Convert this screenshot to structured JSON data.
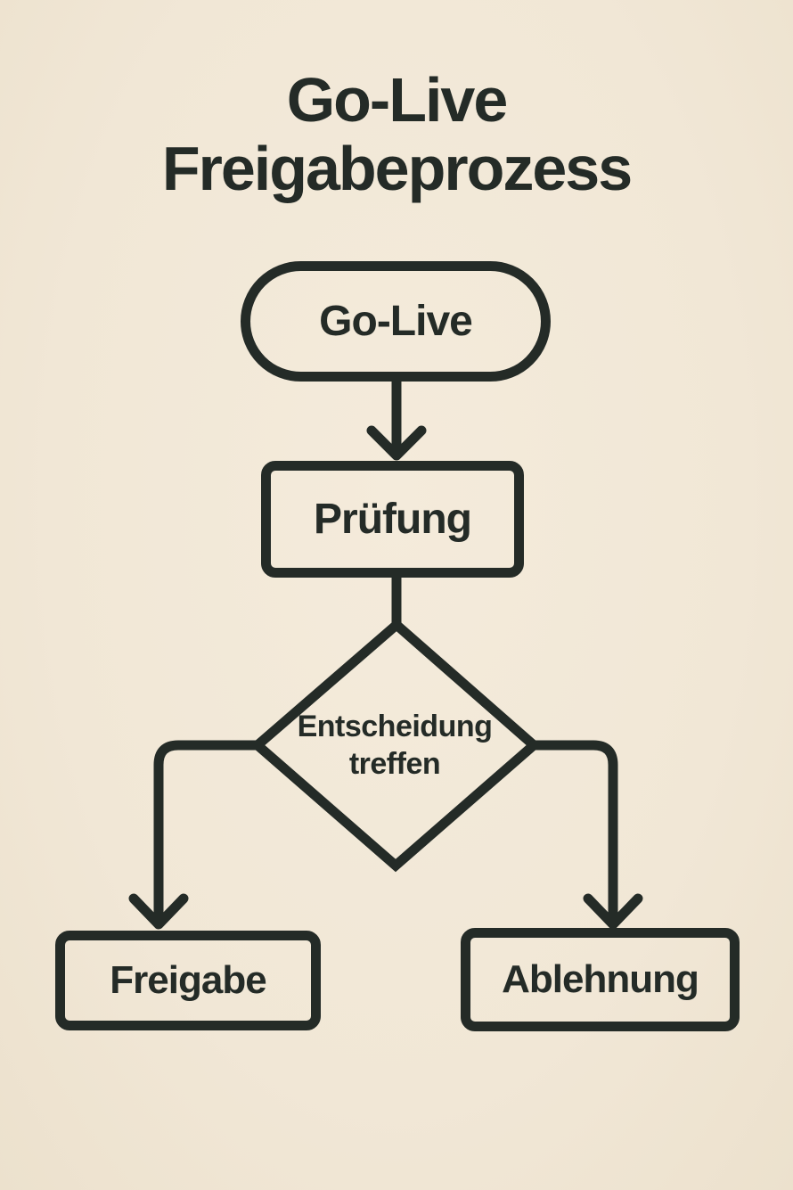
{
  "colors": {
    "background": "#f1e7d6",
    "ink": "#242b27"
  },
  "title": "Go-Live Freigabeprozess",
  "flowchart": {
    "nodes": [
      {
        "id": "go-live",
        "shape": "stadium",
        "label": "Go-Live"
      },
      {
        "id": "pruefung",
        "shape": "rectangle",
        "label": "Prüfung"
      },
      {
        "id": "entscheidung",
        "shape": "diamond",
        "label": "Entscheidung treffen"
      },
      {
        "id": "freigabe",
        "shape": "rectangle",
        "label": "Freigabe"
      },
      {
        "id": "ablehnung",
        "shape": "rectangle",
        "label": "Ablehnung"
      }
    ],
    "edges": [
      {
        "from": "go-live",
        "to": "pruefung",
        "arrow": true
      },
      {
        "from": "pruefung",
        "to": "entscheidung",
        "arrow": false
      },
      {
        "from": "entscheidung",
        "to": "freigabe",
        "arrow": true
      },
      {
        "from": "entscheidung",
        "to": "ablehnung",
        "arrow": true
      }
    ]
  }
}
